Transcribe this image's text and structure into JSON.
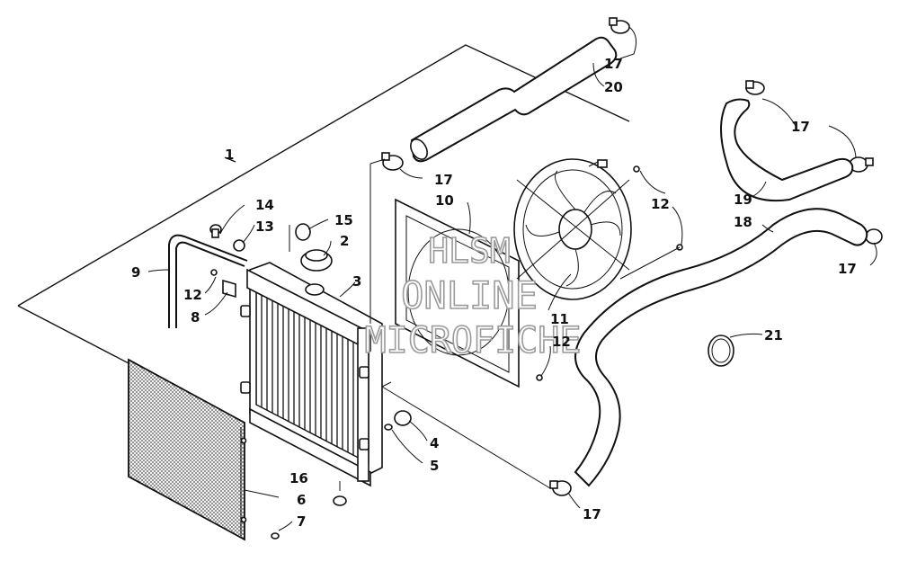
{
  "watermark": {
    "line1": "HLSM",
    "line2": "ONLINE",
    "line3": "MICROFICHE"
  },
  "callouts": {
    "c1": "1",
    "c2": "2",
    "c3": "3",
    "c4": "4",
    "c5": "5",
    "c6": "6",
    "c7": "7",
    "c8": "8",
    "c9": "9",
    "c10": "10",
    "c11": "11",
    "c12a": "12",
    "c12b": "12",
    "c12c": "12",
    "c13": "13",
    "c14": "14",
    "c15": "15",
    "c16": "16",
    "c17a": "17",
    "c17b": "17",
    "c17c": "17",
    "c17d": "17",
    "c17e": "17",
    "c18": "18",
    "c19": "19",
    "c20": "20",
    "c21": "21"
  }
}
